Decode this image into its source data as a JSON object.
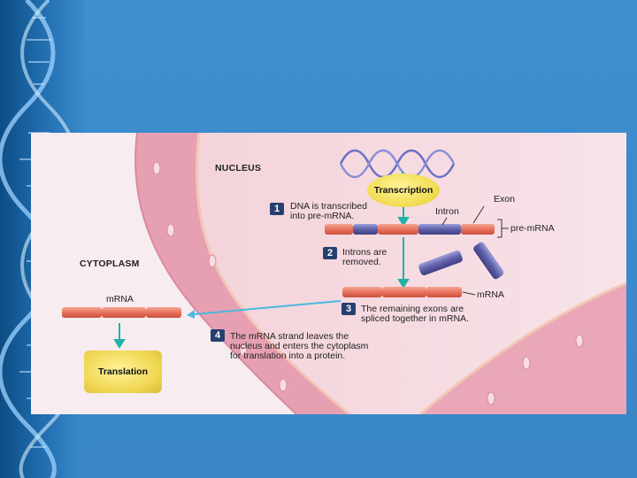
{
  "diagram": {
    "region_nucleus": "NUCLEUS",
    "region_cytoplasm": "CYTOPLASM",
    "transcription_label": "Transcription",
    "translation_label": "Translation",
    "label_exon": "Exon",
    "label_intron": "Intron",
    "label_pre_mrna": "pre-mRNA",
    "label_mrna_nucleus": "mRNA",
    "label_mrna_cytoplasm": "mRNA",
    "steps": [
      {
        "number": "1",
        "text": "DNA is transcribed\ninto pre-mRNA."
      },
      {
        "number": "2",
        "text": "Introns are\nremoved."
      },
      {
        "number": "3",
        "text": "The remaining exons are\nspliced together in mRNA."
      },
      {
        "number": "4",
        "text": "The mRNA strand leaves the\nnucleus and enters the cytoplasm\nfor translation into a protein."
      }
    ],
    "colors": {
      "exon": "#e8735e",
      "intron": "#5e5fa8",
      "membrane": "#e7a0b2",
      "arrow": "#21b3a6",
      "badge": "#25406f",
      "pill": "#f1dc50"
    }
  }
}
